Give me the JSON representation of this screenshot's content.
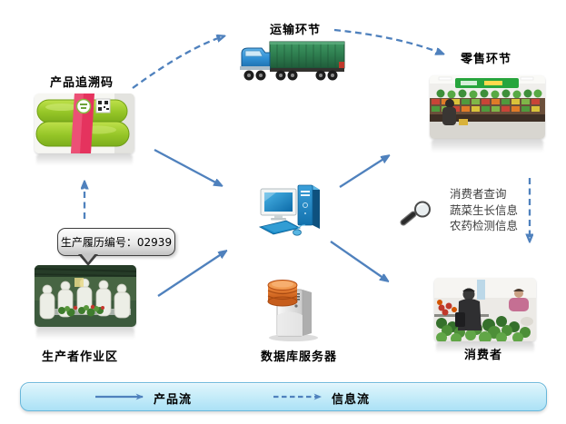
{
  "diagram": {
    "nodes": {
      "trace_code": {
        "label": "产品追溯码",
        "image": "vegetables-trace-photo"
      },
      "transport": {
        "label": "运输环节",
        "image": "truck-icon"
      },
      "retail": {
        "label": "零售环节",
        "image": "supermarket-photo"
      },
      "platform": {
        "image": "computer-icon"
      },
      "database": {
        "label": "数据库服务器",
        "image": "database-server-icon"
      },
      "producer": {
        "label": "生产者作业区",
        "image": "producer-workers-photo"
      },
      "consumer": {
        "label": "消费者",
        "image": "market-consumer-photo"
      }
    },
    "callout": {
      "text": "生产履历编号：02939"
    },
    "query_note": {
      "icon": "magnifier-icon",
      "lines": [
        "消费者查询",
        "蔬菜生长信息",
        "农药检测信息"
      ]
    },
    "legend": {
      "product_flow": "产品流",
      "info_flow": "信息流"
    },
    "colors": {
      "arrow_blue": "#4f81bd",
      "legend_fill": "#c8edf9",
      "legend_border": "#68b7da",
      "callout_fill": "#c6c6c6",
      "truck_cab_blue": "#2f8fd4",
      "truck_container_green": "#2e7d4f",
      "database_orange": "#e0702a",
      "computer_blue": "#1f86c8"
    }
  }
}
